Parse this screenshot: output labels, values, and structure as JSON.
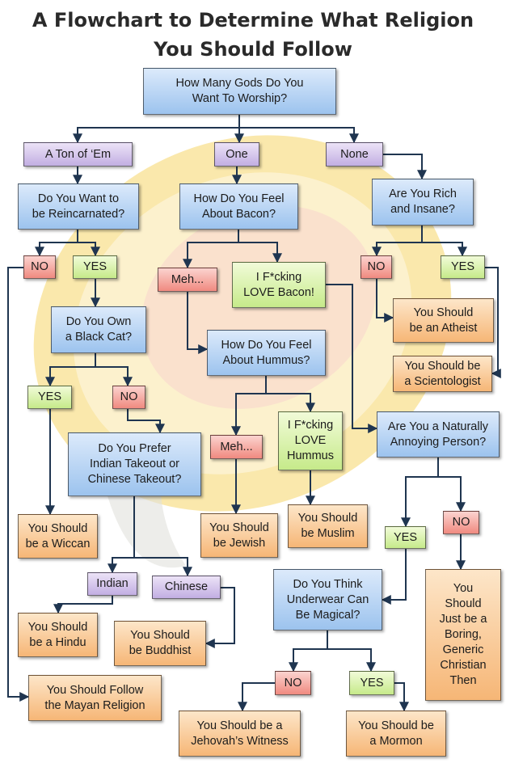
{
  "title": {
    "line1": "A Flowchart to Determine What Religion",
    "line2": "You Should Follow"
  },
  "nodes": {
    "q_gods": "How Many Gods Do You\nWant To Worship?",
    "cat_ton": "A Ton of ‘Em",
    "cat_one": "One",
    "cat_none": "None",
    "q_reincarnated": "Do You Want to\nbe Reincarnated?",
    "q_bacon": "How Do You Feel\nAbout Bacon?",
    "q_rich": "Are You Rich\nand Insane?",
    "no_reinc": "NO",
    "yes_reinc": "YES",
    "meh_bacon": "Meh...",
    "love_bacon": "I F*cking\nLOVE Bacon!",
    "no_rich": "NO",
    "yes_rich": "YES",
    "q_blackcat": "Do You Own\na Black Cat?",
    "q_hummus": "How Do You Feel\nAbout Hummus?",
    "r_atheist": "You Should\nbe an Atheist",
    "r_scientologist": "You Should be\na Scientologist",
    "yes_cat": "YES",
    "no_cat": "NO",
    "q_takeout": "Do You Prefer\nIndian Takeout or\nChinese Takeout?",
    "meh_hummus": "Meh...",
    "love_hummus": "I F*cking\nLOVE\nHummus",
    "q_annoying": "Are You a Naturally\nAnnoying Person?",
    "r_wiccan": "You Should\nbe a Wiccan",
    "r_jewish": "You Should\nbe Jewish",
    "r_muslim": "You Should\nbe Muslim",
    "yes_annoying": "YES",
    "no_annoying": "NO",
    "indian": "Indian",
    "chinese": "Chinese",
    "q_underwear": "Do You Think\nUnderwear Can\nBe Magical?",
    "r_hindu": "You Should\nbe a Hindu",
    "r_buddhist": "You Should\nbe Buddhist",
    "r_christian": "You\nShould\nJust be a\nBoring,\nGeneric\nChristian\nThen",
    "no_underwear": "NO",
    "yes_underwear": "YES",
    "r_mayan": "You Should Follow\nthe Mayan Religion",
    "r_jehovah": "You Should be a\nJehovah’s Witness",
    "r_mormon": "You Should be\na Mormon"
  },
  "colors": {
    "question": "#9cc3ee",
    "category": "#c2aee2",
    "no": "#f08a80",
    "yes": "#c6ea8a",
    "result": "#f6b676",
    "connector": "#1f3550",
    "background_logo": "#f3c54a"
  }
}
